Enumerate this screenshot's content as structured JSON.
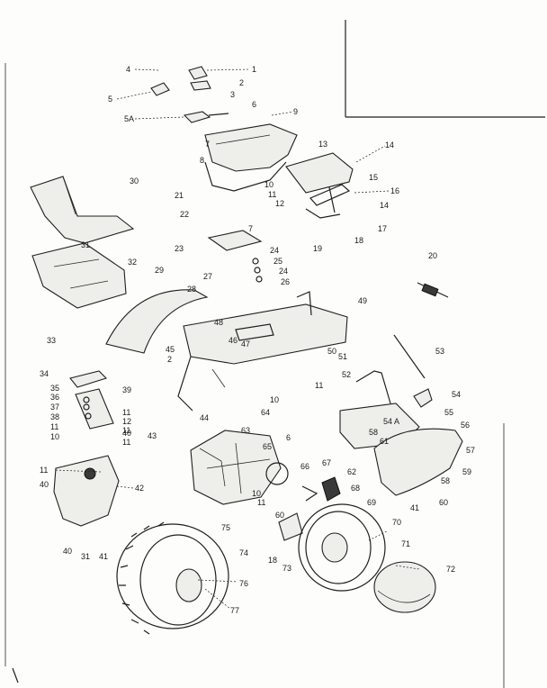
{
  "diagram": {
    "title": "",
    "callouts": [
      {
        "id": "c1",
        "label": "1"
      },
      {
        "id": "c2a",
        "label": "2"
      },
      {
        "id": "c3",
        "label": "3"
      },
      {
        "id": "c4",
        "label": "4"
      },
      {
        "id": "c5",
        "label": "5"
      },
      {
        "id": "c5A",
        "label": "5A"
      },
      {
        "id": "c6",
        "label": "6"
      },
      {
        "id": "c7a",
        "label": "7"
      },
      {
        "id": "c8",
        "label": "8"
      },
      {
        "id": "c9",
        "label": "9"
      },
      {
        "id": "c10a",
        "label": "10"
      },
      {
        "id": "c11a",
        "label": "11"
      },
      {
        "id": "c12a",
        "label": "12"
      },
      {
        "id": "c13",
        "label": "13"
      },
      {
        "id": "c14a",
        "label": "14"
      },
      {
        "id": "c15",
        "label": "15"
      },
      {
        "id": "c16",
        "label": "16"
      },
      {
        "id": "c14b",
        "label": "14"
      },
      {
        "id": "c17",
        "label": "17"
      },
      {
        "id": "c18",
        "label": "18"
      },
      {
        "id": "c19",
        "label": "19"
      },
      {
        "id": "c20",
        "label": "20"
      },
      {
        "id": "c21",
        "label": "21"
      },
      {
        "id": "c22",
        "label": "22"
      },
      {
        "id": "c23",
        "label": "23"
      },
      {
        "id": "c7b",
        "label": "7"
      },
      {
        "id": "c24a",
        "label": "24"
      },
      {
        "id": "c25",
        "label": "25"
      },
      {
        "id": "c24b",
        "label": "24"
      },
      {
        "id": "c26",
        "label": "26"
      },
      {
        "id": "c27",
        "label": "27"
      },
      {
        "id": "c28",
        "label": "28"
      },
      {
        "id": "c29",
        "label": "29"
      },
      {
        "id": "c30",
        "label": "30"
      },
      {
        "id": "c31a",
        "label": "31"
      },
      {
        "id": "c32",
        "label": "32"
      },
      {
        "id": "c33",
        "label": "33"
      },
      {
        "id": "c34",
        "label": "34"
      },
      {
        "id": "c35",
        "label": "35"
      },
      {
        "id": "c36",
        "label": "36"
      },
      {
        "id": "c37",
        "label": "37"
      },
      {
        "id": "c38",
        "label": "38"
      },
      {
        "id": "c11b",
        "label": "11"
      },
      {
        "id": "c10b",
        "label": "10"
      },
      {
        "id": "c39",
        "label": "39"
      },
      {
        "id": "c11c",
        "label": "11"
      },
      {
        "id": "c12b",
        "label": "12"
      },
      {
        "id": "c11d",
        "label": "11"
      },
      {
        "id": "c40a",
        "label": "40"
      },
      {
        "id": "c11e",
        "label": "11"
      },
      {
        "id": "c11f",
        "label": "11"
      },
      {
        "id": "c40b",
        "label": "40"
      },
      {
        "id": "c42",
        "label": "42"
      },
      {
        "id": "c43",
        "label": "43"
      },
      {
        "id": "c44",
        "label": "44"
      },
      {
        "id": "c45",
        "label": "45"
      },
      {
        "id": "c2b",
        "label": "2"
      },
      {
        "id": "c46",
        "label": "46"
      },
      {
        "id": "c47",
        "label": "47"
      },
      {
        "id": "c48",
        "label": "48"
      },
      {
        "id": "c49",
        "label": "49"
      },
      {
        "id": "c50",
        "label": "50"
      },
      {
        "id": "c51",
        "label": "51"
      },
      {
        "id": "c11g",
        "label": "11"
      },
      {
        "id": "c10c",
        "label": "10"
      },
      {
        "id": "c52",
        "label": "52"
      },
      {
        "id": "c53",
        "label": "53"
      },
      {
        "id": "c54",
        "label": "54"
      },
      {
        "id": "c54A",
        "label": "54 A"
      },
      {
        "id": "c55",
        "label": "55"
      },
      {
        "id": "c56",
        "label": "56"
      },
      {
        "id": "c57",
        "label": "57"
      },
      {
        "id": "c58a",
        "label": "58"
      },
      {
        "id": "c59",
        "label": "59"
      },
      {
        "id": "c58b",
        "label": "58"
      },
      {
        "id": "c60a",
        "label": "60"
      },
      {
        "id": "c41a",
        "label": "41"
      },
      {
        "id": "c61",
        "label": "61"
      },
      {
        "id": "c62",
        "label": "62"
      },
      {
        "id": "c63",
        "label": "63"
      },
      {
        "id": "c64",
        "label": "64"
      },
      {
        "id": "c65",
        "label": "65"
      },
      {
        "id": "c66",
        "label": "66"
      },
      {
        "id": "c67",
        "label": "67"
      },
      {
        "id": "c68",
        "label": "68"
      },
      {
        "id": "c69",
        "label": "69"
      },
      {
        "id": "c60b",
        "label": "60"
      },
      {
        "id": "c6b",
        "label": "6"
      },
      {
        "id": "c10d",
        "label": "10"
      },
      {
        "id": "c11h",
        "label": "11"
      },
      {
        "id": "c70",
        "label": "70"
      },
      {
        "id": "c71",
        "label": "71"
      },
      {
        "id": "c72",
        "label": "72"
      },
      {
        "id": "c73",
        "label": "73"
      },
      {
        "id": "c74",
        "label": "74"
      },
      {
        "id": "c75",
        "label": "75"
      },
      {
        "id": "c76",
        "label": "76"
      },
      {
        "id": "c77",
        "label": "77"
      },
      {
        "id": "c18b",
        "label": "18"
      },
      {
        "id": "c40c",
        "label": "40"
      },
      {
        "id": "c31b",
        "label": "31"
      },
      {
        "id": "c41b",
        "label": "41"
      }
    ]
  }
}
